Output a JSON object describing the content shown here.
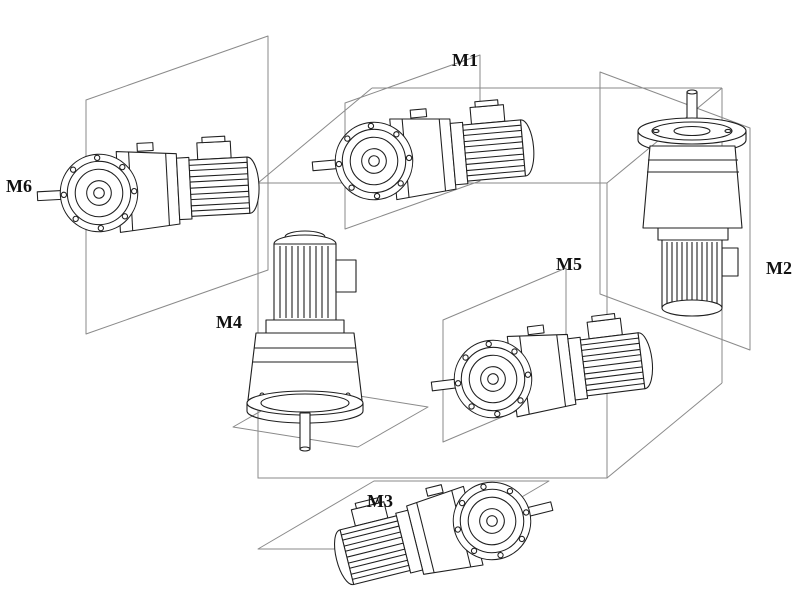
{
  "diagram": {
    "labels": {
      "m1": "M1",
      "m2": "M2",
      "m3": "M3",
      "m4": "M4",
      "m5": "M5",
      "m6": "M6"
    },
    "colors": {
      "line": "#1f1f1f",
      "secondary_line": "#8a8a8a",
      "background": "#ffffff"
    }
  }
}
